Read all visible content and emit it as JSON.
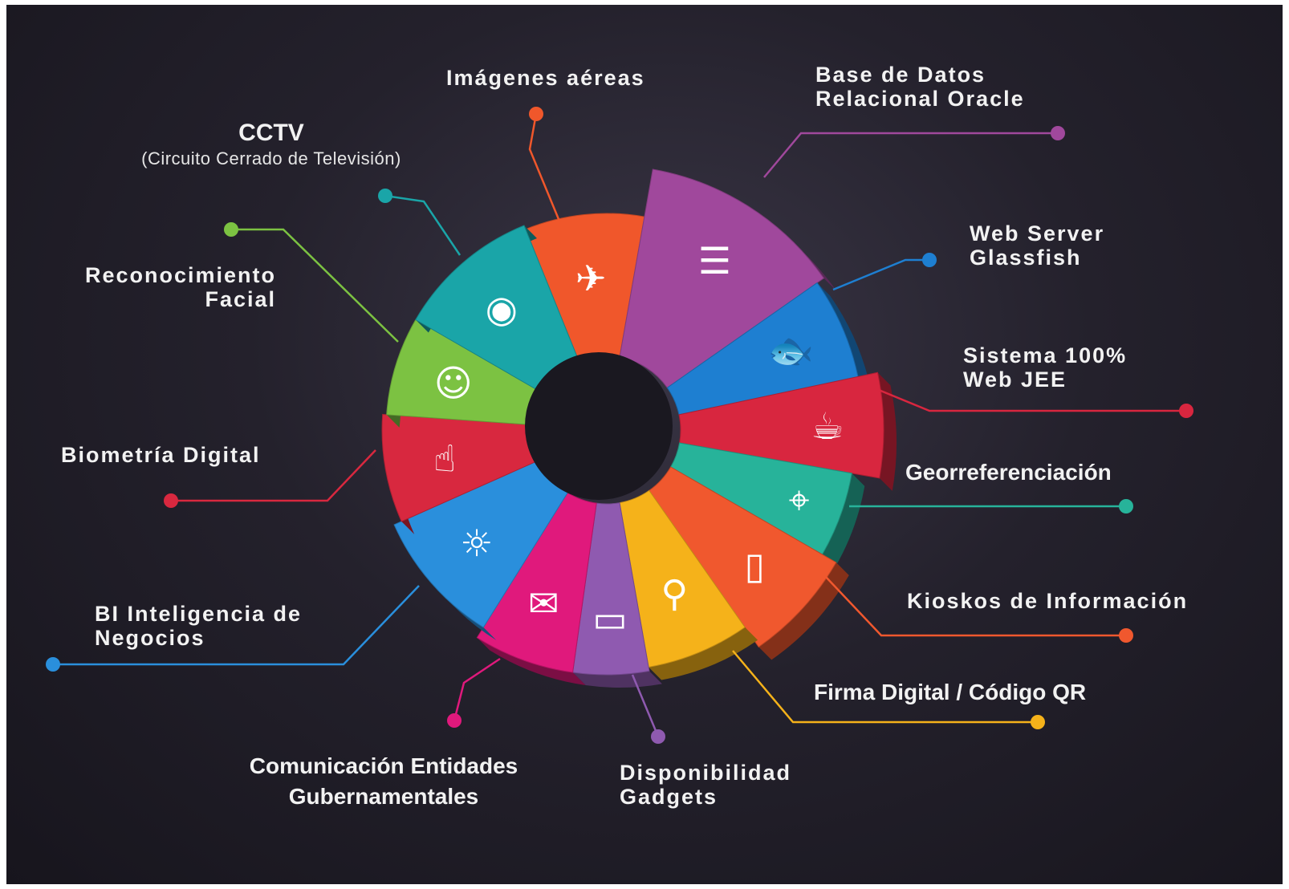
{
  "diagram": {
    "segments": [
      {
        "id": "imagenes",
        "name_lines": [
          "Imágenes aéreas"
        ],
        "color": "#f0572b",
        "icon": "drone-icon"
      },
      {
        "id": "basedatos",
        "name_lines": [
          "Base de Datos",
          "Relacional Oracle"
        ],
        "color": "#a0489c",
        "icon": "database-icon"
      },
      {
        "id": "webserver",
        "name_lines": [
          "Web Server",
          "Glassfish"
        ],
        "color": "#1e7fd1",
        "icon": "fish-icon"
      },
      {
        "id": "jee",
        "name_lines": [
          "Sistema 100%",
          "Web JEE"
        ],
        "color": "#d8263f",
        "icon": "java-cup-icon"
      },
      {
        "id": "georef",
        "name_lines": [
          "Georreferenciación"
        ],
        "color": "#27b39a",
        "icon": "map-pin-icon"
      },
      {
        "id": "kioskos",
        "name_lines": [
          "Kioskos de Información"
        ],
        "color": "#f0582e",
        "icon": "kiosk-icon"
      },
      {
        "id": "firma",
        "name_lines": [
          "Firma Digital / Código QR"
        ],
        "color": "#f5b21a",
        "icon": "qr-magnifier-icon"
      },
      {
        "id": "gadgets",
        "name_lines": [
          "Disponibilidad",
          "Gadgets"
        ],
        "color": "#8f5ab0",
        "icon": "tablet-hands-icon"
      },
      {
        "id": "comunicacion",
        "name_lines": [
          "Comunicación Entidades",
          "Gubernamentales"
        ],
        "color": "#e0197c",
        "icon": "chat-bubbles-icon"
      },
      {
        "id": "bi",
        "name_lines": [
          "BI Inteligencia de",
          "Negocios"
        ],
        "color": "#2a8fdc",
        "icon": "lightbulb-icon"
      },
      {
        "id": "biometria",
        "name_lines": [
          "Biometría Digital"
        ],
        "color": "#d8283f",
        "icon": "fingerprint-touch-icon"
      },
      {
        "id": "facial",
        "name_lines": [
          "Reconocimiento",
          "Facial"
        ],
        "color": "#7cc242",
        "icon": "face-scan-icon"
      },
      {
        "id": "cctv",
        "name_lines": [
          "CCTV",
          "(Circuito Cerrado de Televisión)"
        ],
        "color": "#1aa5a8",
        "icon": "security-camera-icon"
      }
    ]
  }
}
